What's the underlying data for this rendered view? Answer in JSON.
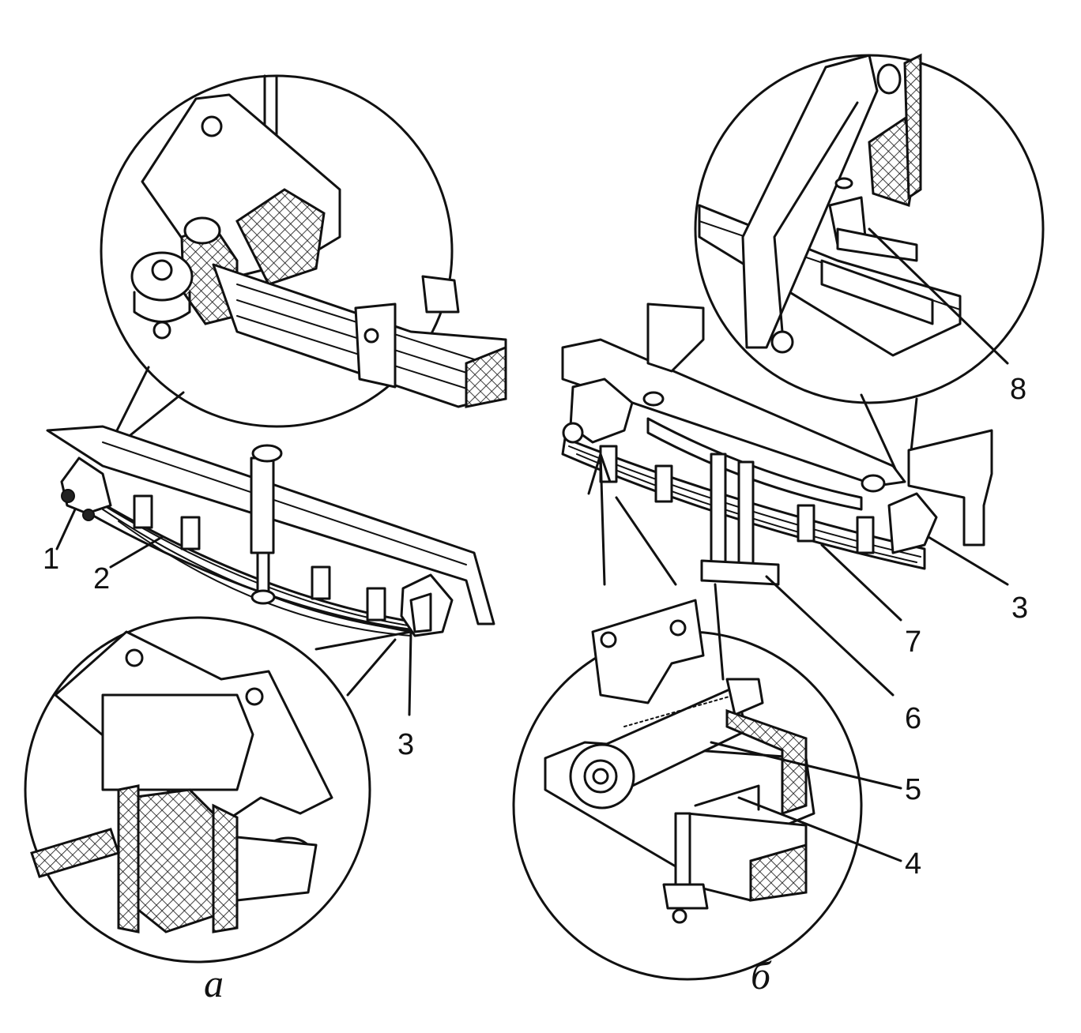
{
  "figure": {
    "panel_a": {
      "label": "а",
      "callouts": [
        "1",
        "2",
        "3"
      ]
    },
    "panel_b": {
      "label": "б",
      "callouts": [
        "3",
        "7",
        "6",
        "5",
        "4",
        "8"
      ]
    }
  }
}
